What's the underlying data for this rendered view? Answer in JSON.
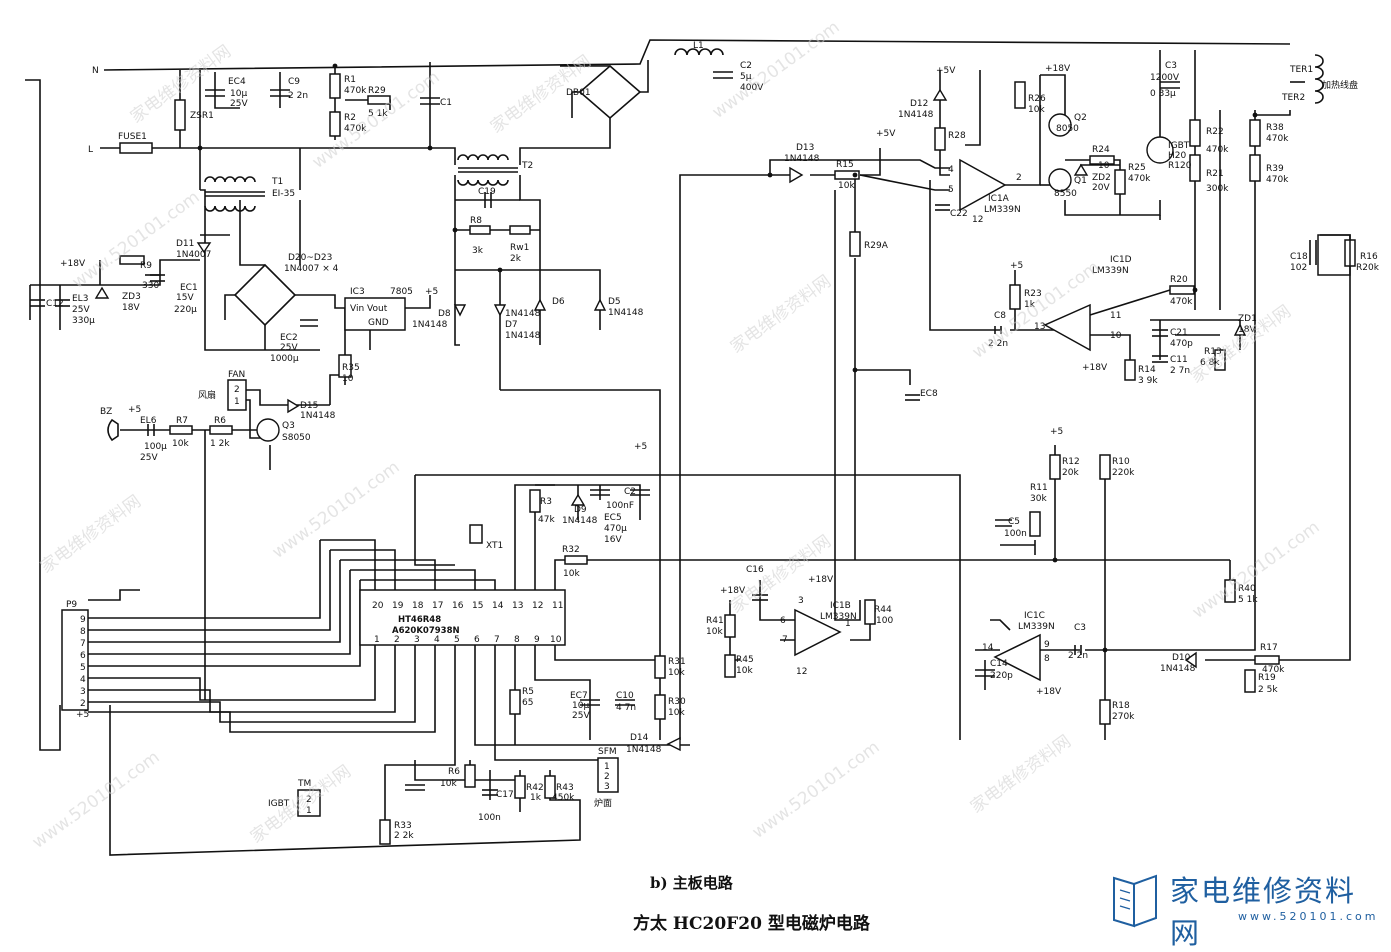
{
  "figure": {
    "subtitle": "b) 主板电路",
    "title": "方太 HC20F20 型电磁炉电路"
  },
  "logo": {
    "title": "家电维修资料网",
    "url": "www.520101.com",
    "color": "#1f5fa0"
  },
  "watermarks": [
    "家电维修资料网",
    "www.520101.com"
  ],
  "labels": {
    "n": "N",
    "l": "L",
    "fuse": "FUSE1",
    "zsr": "ZSR1",
    "ec4": "EC4",
    "ec4_val1": "10μ",
    "ec4_val2": "25V",
    "c9": "C9",
    "c9_val": "2 2n",
    "r1": "R1",
    "r1_val": "470k",
    "r2": "R2",
    "r2_val": "470k",
    "r29": "R29",
    "r29_val": "5 1k",
    "c1": "C1",
    "db01": "DB01",
    "l1": "L1",
    "c2": "C2",
    "c2_val1": "5μ",
    "c2_val2": "400V",
    "ter1": "TER1",
    "ter2": "TER2",
    "coil": "加热线盘",
    "c3": "C3",
    "c3_val1": "1200V",
    "c3_val2": "0 33μ",
    "t1": "T1",
    "t1_val": "EI-35",
    "t2": "T2",
    "d11": "D11",
    "d11_val": "1N4007",
    "v18": "+18V",
    "v5": "+5",
    "v5b": "+5V",
    "r9": "R9",
    "r9_val": "330",
    "ec1": "EC1",
    "ec1_val1": "15V",
    "ec1_val2": "220μ",
    "c12": "C12",
    "el3": "EL3",
    "el3_val1": "25V",
    "el3_val2": "330μ",
    "zd3": "ZD3",
    "zd3_val": "18V",
    "d20": "D20~D23",
    "d20_val": "1N4007 × 4",
    "ic3": "IC3",
    "ic3_part": "7805",
    "ic3_pins": "Vin  Vout",
    "gnd": "GND",
    "ec2": "EC2",
    "ec2_val1": "25V",
    "ec2_val2": "1000μ",
    "r35": "R35",
    "r35_val": "10",
    "fan": "FAN",
    "fan_cn": "风扇",
    "d15": "D15",
    "d15_val": "1N4148",
    "q3": "Q3",
    "q3_val": "S8050",
    "bz": "BZ",
    "el6": "EL6",
    "el6_val1": "100μ",
    "el6_val2": "25V",
    "r7": "R7",
    "r7_val": "10k",
    "r6": "R6",
    "r6_val": "1 2k",
    "c19": "C19",
    "r8": "R8",
    "r8_val": "3k",
    "rw1": "Rw1",
    "rw1_val": "2k",
    "d8": "D8",
    "d7": "D7",
    "d6": "D6",
    "d5": "D5",
    "d4148": "1N4148",
    "d13": "D13",
    "r15": "R15",
    "r15_val": "10k",
    "r29a": "R29A",
    "ec8": "EC8",
    "d12": "D12",
    "r28": "R28",
    "r26": "R26",
    "r26_val": "10k",
    "q2": "Q2",
    "q2_val": "8050",
    "q1": "Q1",
    "q1_val": "8550",
    "r24": "R24",
    "r24_val": "10",
    "zd2": "ZD2",
    "zd2_val": "20V",
    "r25": "R25",
    "r25_val": "470k",
    "igbt": "IGBT",
    "igbt_val1": "H20",
    "igbt_val2": "R120",
    "ic1a": "IC1A",
    "ic1d": "IC1D",
    "ic1b": "IC1B",
    "ic1c": "IC1C",
    "lm339": "LM339N",
    "c22": "C22",
    "r22": "R22",
    "r22_val": "470k",
    "r38": "R38",
    "r38_val": "470k",
    "r21": "R21",
    "r21_val": "300k",
    "r39": "R39",
    "r39_val": "470k",
    "c18": "C18",
    "c18_val": "102",
    "r16": "R16",
    "r16_val": "R20k",
    "r23": "R23",
    "r23_val": "1k",
    "c8": "C8",
    "c8_val": "2 2n",
    "r20": "R20",
    "r20_val": "470k",
    "c21": "C21",
    "c21_val": "470p",
    "zd1": "ZD1",
    "zd1_val": "18V",
    "c11": "C11",
    "c11_val": "2 7n",
    "r14": "R14",
    "r14_val": "3 9k",
    "r13": "R13",
    "r13_val": "6 8k",
    "r12": "R12",
    "r12_val": "20k",
    "r10": "R10",
    "r10_val": "220k",
    "r11": "R11",
    "r11_val": "30k",
    "c5": "C5",
    "c5_val": "100n",
    "r40": "R40",
    "r40_val": "5 1k",
    "c3b": "C3",
    "c3b_val": "2 2n",
    "c14": "C14",
    "c14_val": "220p",
    "d10": "D10",
    "d10_val": "1N4148",
    "r17": "R17",
    "r17_val": "470k",
    "r19": "R19",
    "r19_val": "2 5k",
    "r18": "R18",
    "r18_val": "270k",
    "c16": "C16",
    "r41": "R41",
    "r41_val": "10k",
    "r45": "R45",
    "r45_val": "10k",
    "r44": "R44",
    "r44_val": "100",
    "r3": "R3",
    "r3_val": "47k",
    "d9": "D9",
    "d9_val": "1N4148",
    "ec5": "EC5",
    "ec5_val1": "470μ",
    "ec5_val2": "16V",
    "c2b": "C2",
    "c2b_val": "100nF",
    "xt1": "XT1",
    "r32": "R32",
    "r32_val": "10k",
    "ic_name": "HT46R48",
    "ic_part": "A620K07938N",
    "p9": "P9",
    "r31": "R31",
    "r31_val": "10k",
    "r30": "R30",
    "r30_val": "10k",
    "r5": "R5",
    "r5_val": "65",
    "ec7": "EC7",
    "ec7_val1": "10μ",
    "ec7_val2": "25V",
    "c10": "C10",
    "c10_val": "4 7n",
    "d14": "D14",
    "d14_val": "1N4148",
    "tm": "TM",
    "igbt_label": "IGBT",
    "r33": "R33",
    "r33_val": "2 2k",
    "r6b": "R6",
    "r6b_val": "10k",
    "c17": "C17",
    "c17_val": "100n",
    "r42": "R42",
    "r42_val": "1k",
    "r43": "R43",
    "r43_val": "450k",
    "sfm": "SFM",
    "luz": "炉面",
    "pin1": "1",
    "pin2": "2",
    "pin3": "3",
    "pin4": "4",
    "pin5": "5",
    "pin6": "6",
    "pin7": "7",
    "pin8": "8",
    "pin9": "9",
    "pin10": "10",
    "pin11": "11",
    "pin12": "12",
    "pin13": "13",
    "pin14": "14",
    "pin15": "15",
    "pin16": "16",
    "pin17": "17",
    "pin18": "18",
    "pin19": "19",
    "pin20": "20"
  }
}
